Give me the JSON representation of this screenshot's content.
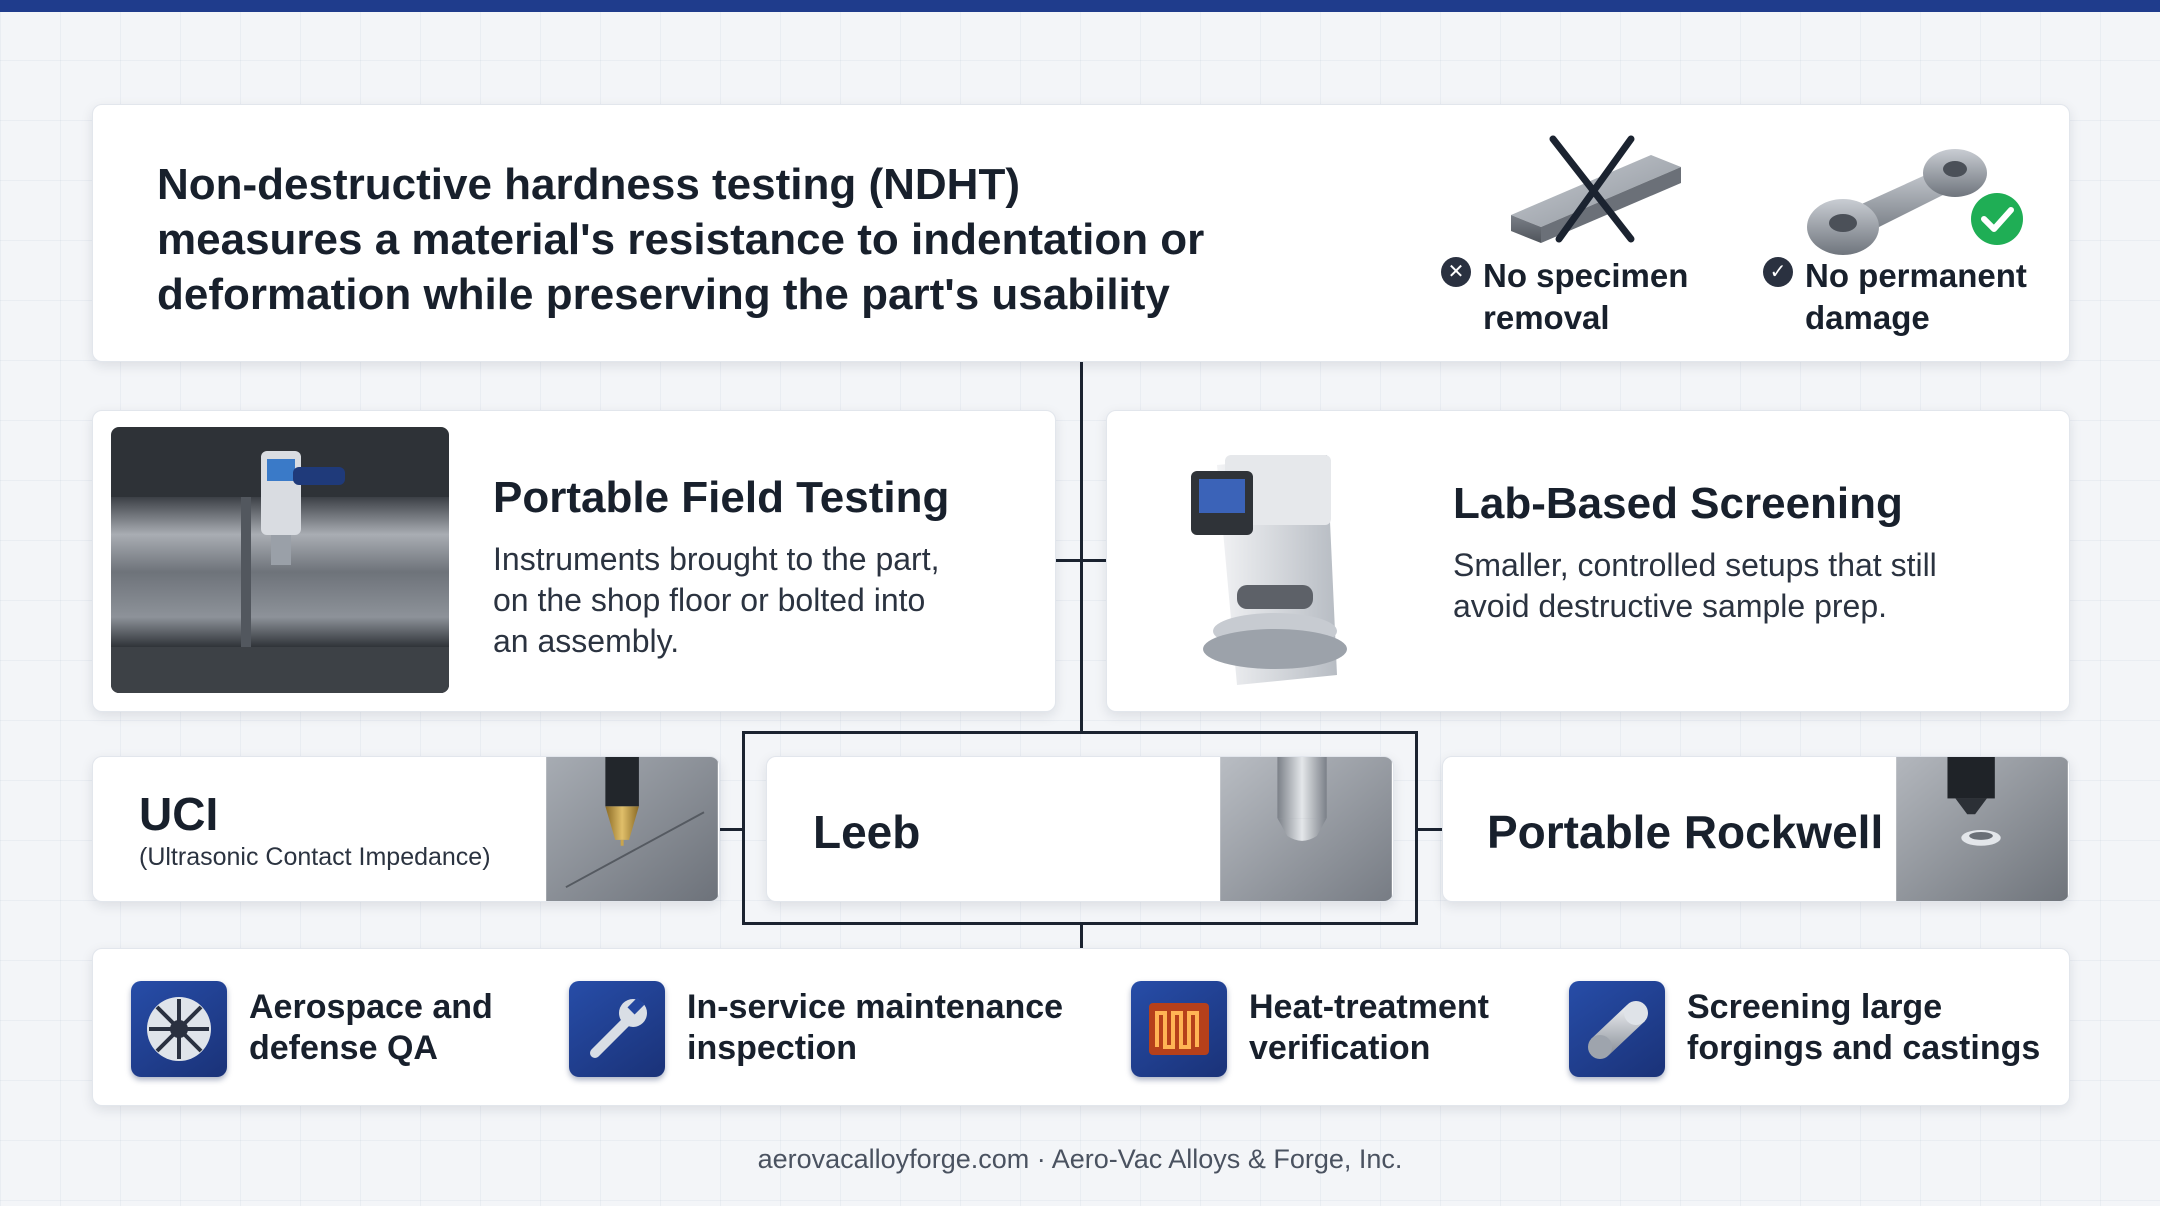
{
  "header": {
    "lines": [
      "Non-destructive hardness testing (NDHT)",
      "measures a material's resistance to indentation or",
      "deformation while preserving the part's usability"
    ],
    "benefits": [
      {
        "lines": [
          "No specimen",
          "removal"
        ],
        "icon": "x-circle-icon"
      },
      {
        "lines": [
          "No permanent",
          "damage"
        ],
        "icon": "check-circle-icon"
      }
    ]
  },
  "methods": [
    {
      "title": "Portable Field Testing",
      "lines": [
        "Instruments brought to the part,",
        "on the shop floor or bolted into",
        "an assembly."
      ]
    },
    {
      "title": "Lab-Based Screening",
      "lines": [
        "Smaller, controlled setups that still",
        "avoid destructive sample prep."
      ]
    }
  ],
  "techniques": [
    {
      "title": "UCI",
      "subtitle": "(Ultrasonic Contact Impedance)"
    },
    {
      "title": "Leeb"
    },
    {
      "title": "Portable Rockwell"
    }
  ],
  "applications": [
    {
      "lines": [
        "Aerospace and",
        "defense QA"
      ],
      "icon": "turbine-icon"
    },
    {
      "lines": [
        "In-service maintenance",
        "inspection"
      ],
      "icon": "wrench-icon"
    },
    {
      "lines": [
        "Heat-treatment",
        "verification"
      ],
      "icon": "heating-coil-icon"
    },
    {
      "lines": [
        "Screening large",
        "forgings and castings"
      ],
      "icon": "cylinder-icon"
    }
  ],
  "footer": "aerovacalloyforge.com · Aero-Vac Alloys & Forge, Inc.",
  "colors": {
    "top_bar": "#1f3c8c",
    "icon_tile": "#24479f",
    "check_badge": "#1fae55",
    "text": "#18202c"
  }
}
